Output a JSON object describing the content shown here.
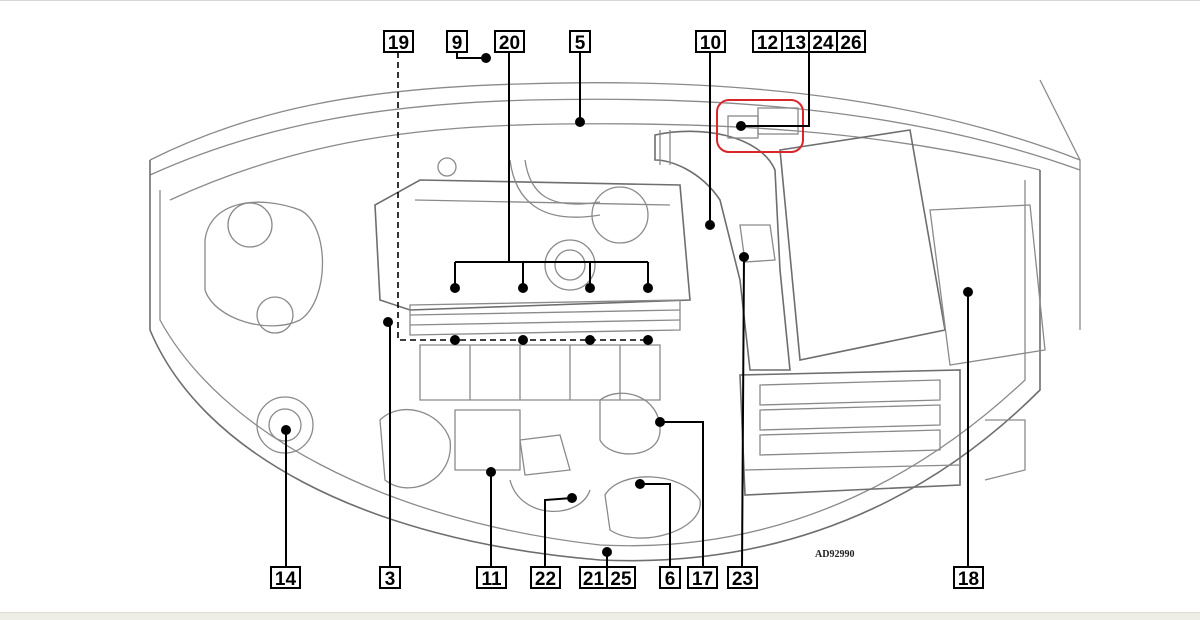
{
  "diagram": {
    "code": "AD92990",
    "highlight_color": "#d9262b",
    "top_labels": [
      "19",
      "9",
      "20",
      "5",
      "10",
      "12",
      "13",
      "24",
      "26"
    ],
    "bottom_labels": [
      "14",
      "3",
      "11",
      "22",
      "21",
      "25",
      "6",
      "17",
      "23",
      "18"
    ]
  }
}
